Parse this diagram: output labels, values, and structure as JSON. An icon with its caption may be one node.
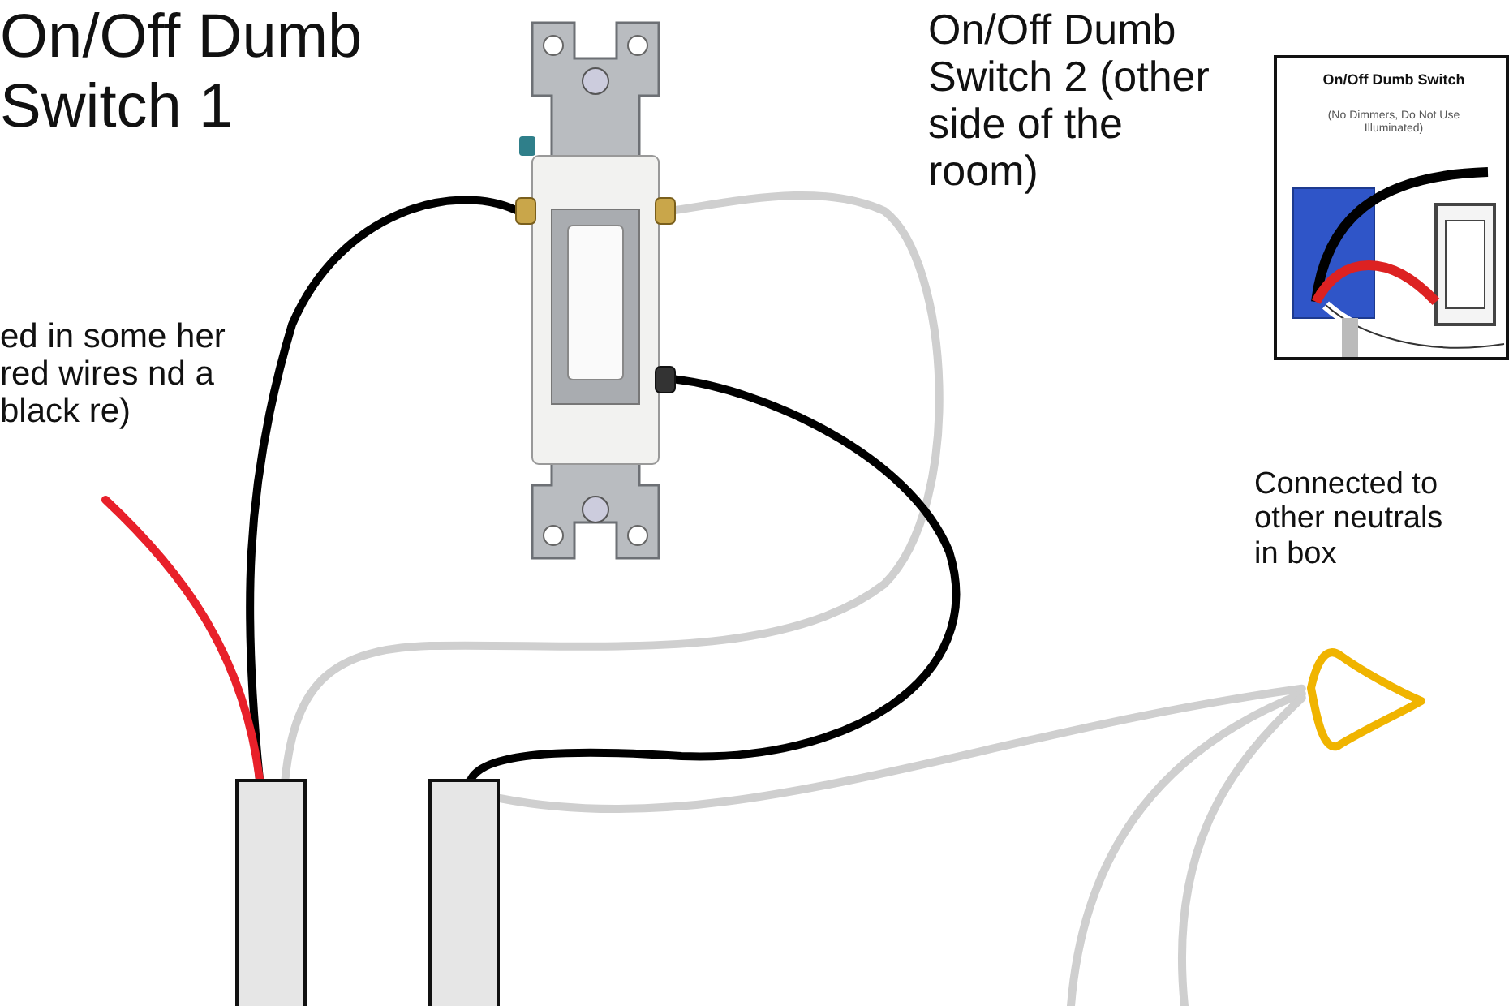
{
  "diagram": {
    "nodes": [
      {
        "text": [],
        "shape": "picture",
        "beside": [
          "On/Off Dumb Switch 1"
        ]
      },
      {
        "text": [
          "On/Off Dumb Switch",
          "(No Dimmers, Do Not Use Illuminated)"
        ],
        "beside": [
          "On/Off Dumb Switch 2 (other side of the room)"
        ]
      },
      {
        "text": [],
        "shape": "bar"
      },
      {
        "text": [],
        "shape": "bar"
      },
      {
        "text": [],
        "shape": "picture",
        "beside": [
          "Connected to other neutrals in box"
        ]
      }
    ],
    "edges": [
      {
        "from": 2,
        "to": 0,
        "arrow": "none",
        "color": "#000000"
      },
      {
        "from": 2,
        "to": 0,
        "arrow": "none"
      },
      {
        "from": 0,
        "to": 3,
        "arrow": "none",
        "color": "#000000"
      },
      {
        "from": 3,
        "to": 4,
        "arrow": "none"
      },
      {
        "from": null,
        "to": 4,
        "arrow": "none"
      },
      {
        "from": null,
        "to": 4,
        "arrow": "none"
      },
      {
        "from": null,
        "to": 2,
        "arrow": "none",
        "color": "#e8202a"
      }
    ],
    "labels": [
      "ed in some her red wires nd a black re)"
    ]
  }
}
